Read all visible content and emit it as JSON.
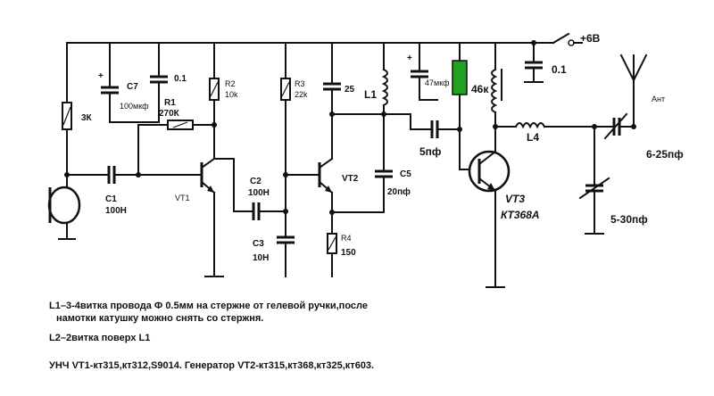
{
  "labels": {
    "c7": "C7",
    "c7_value": "100мкф",
    "c_top_value": "0.1",
    "r_left_value": "3К",
    "r1": "R1",
    "r1_value": "270К",
    "r2": "R2",
    "r2_value": "10k",
    "r3": "R3",
    "r3_value": "22k",
    "c_mid_value": "25",
    "l1": "L1",
    "c_tank_value": "47мкф",
    "r_green_value": "46к",
    "c_supply_value": "0.1",
    "supply": "+6В",
    "c1": "C1",
    "c1_value": "100Н",
    "vt1": "VT1",
    "c2": "C2",
    "c2_value": "100Н",
    "vt2": "VT2",
    "c5": "C5",
    "c5_value": "20пф",
    "c3": "C3",
    "c3_value": "10Н",
    "r4": "R4",
    "r4_value": "150",
    "c_couple_value": "5пф",
    "l4": "L4",
    "vt3": "VT3",
    "vt3_type": "КТ368А",
    "ant": "Ант",
    "c_trim1_value": "6-25пф",
    "c_trim2_value": "5-30пф",
    "plus": "+"
  },
  "notes": {
    "line1": "L1–3-4витка провода Ф 0.5мм на стержне от гелевой ручки,после",
    "line2": "намотки катушку можно снять со стержня.",
    "line3": "L2–2витка  поверх L1",
    "line4": "УНЧ VT1-кт315,кт312,S9014.  Генератор  VT2-кт315,кт368,кт325,кт603."
  },
  "colors": {
    "wire": "#111111",
    "resistor_highlight": "#22a022",
    "background": "#ffffff"
  },
  "icons": {
    "microphone": "microphone-icon",
    "antenna": "antenna-icon",
    "switch": "switch-icon",
    "ground": "ground-icon"
  }
}
